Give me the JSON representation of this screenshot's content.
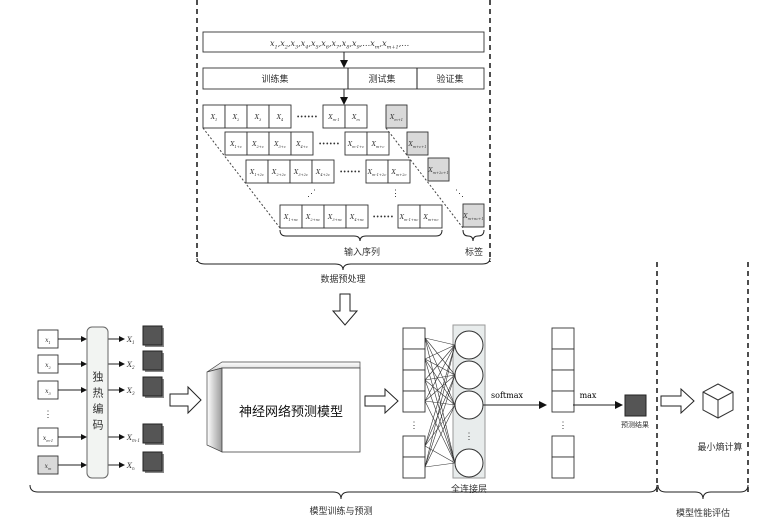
{
  "preprocess": {
    "sequence": "x1,x2,x3,x4,x5,x6,x7,x8,x9,…xm,xm+1,…",
    "sequence_parts": [
      [
        "x",
        "1"
      ],
      [
        "x",
        "2"
      ],
      [
        "x",
        "3"
      ],
      [
        "x",
        "4"
      ],
      [
        "x",
        "5"
      ],
      [
        "x",
        "6"
      ],
      [
        "x",
        "7"
      ],
      [
        "x",
        "8"
      ],
      [
        "x",
        "9"
      ],
      [
        "…x",
        "m"
      ],
      [
        "x",
        "m+1"
      ]
    ],
    "sequence_tail": ",…",
    "splits": [
      "训练集",
      "测试集",
      "验证集"
    ],
    "windows": [
      {
        "inputs": [
          [
            "X",
            "1"
          ],
          [
            "X",
            "2"
          ],
          [
            "X",
            "3"
          ],
          [
            "X",
            "4"
          ]
        ],
        "tail": [
          [
            "X",
            "m-1"
          ],
          [
            "X",
            "m"
          ]
        ],
        "label": [
          "X",
          "m+1"
        ]
      },
      {
        "inputs": [
          [
            "X",
            "1+c"
          ],
          [
            "X",
            "2+c"
          ],
          [
            "X",
            "3+c"
          ],
          [
            "X",
            "4+c"
          ]
        ],
        "tail": [
          [
            "X",
            "m-1+c"
          ],
          [
            "X",
            "m+c"
          ]
        ],
        "label": [
          "X",
          "m+c+1"
        ]
      },
      {
        "inputs": [
          [
            "X",
            "1+2c"
          ],
          [
            "X",
            "2+2c"
          ],
          [
            "X",
            "3+2c"
          ],
          [
            "X",
            "4+2c"
          ]
        ],
        "tail": [
          [
            "X",
            "m-1+2c"
          ],
          [
            "X",
            "m+2c"
          ]
        ],
        "label": [
          "X",
          "m+2c+1"
        ]
      },
      {
        "inputs": [
          [
            "X",
            "1+nc"
          ],
          [
            "X",
            "2+nc"
          ],
          [
            "X",
            "3+nc"
          ],
          [
            "X",
            "4+nc"
          ]
        ],
        "tail": [
          [
            "X",
            "m-1+nc"
          ],
          [
            "X",
            "m+nc"
          ]
        ],
        "label": [
          "X",
          "m+nc+1"
        ]
      }
    ],
    "ellipsis": "••••••",
    "input_sequence_label": "输入序列",
    "label_label": "标签",
    "section_label": "数据预处理"
  },
  "training": {
    "inputs": [
      [
        "x",
        "1"
      ],
      [
        "x",
        "2"
      ],
      [
        "x",
        "3"
      ],
      [
        "x",
        "m-1"
      ],
      [
        "x",
        "m"
      ]
    ],
    "encoder_label": "独热编码",
    "encoded": [
      [
        "X",
        "1"
      ],
      [
        "X",
        "2"
      ],
      [
        "X",
        "3"
      ],
      [
        "X",
        "m-1"
      ],
      [
        "X",
        "n"
      ]
    ],
    "model_label": "神经网络预测模型",
    "fc_label": "全连接层",
    "softmax_label": "softmax",
    "max_label": "max",
    "result_label": "预测结果",
    "section_label": "模型训练与预测"
  },
  "evaluation": {
    "entropy_label": "最小熵计算",
    "section_label": "模型性能评估"
  },
  "colors": {
    "dark_block": "#555555",
    "label_cell": "#d9d9d9",
    "fc_layer": "#e8ecec"
  }
}
